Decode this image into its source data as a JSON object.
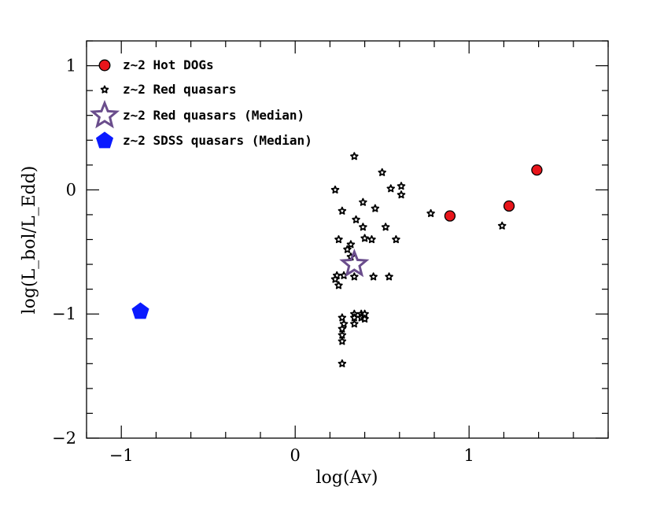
{
  "chart_data": {
    "type": "scatter",
    "xlabel": "log(Av)",
    "ylabel": "log(L_bol/L_Edd)",
    "xlim": [
      -1.2,
      1.8
    ],
    "ylim": [
      -2,
      1.2
    ],
    "x_major_ticks": [
      -1,
      0,
      1
    ],
    "y_major_ticks": [
      -2,
      -1,
      0,
      1
    ],
    "x_minor_step": 0.2,
    "y_minor_step": 0.2,
    "grid": false,
    "legend_position": "top-left",
    "series": [
      {
        "name": "z~2 Hot DOGs",
        "marker": "circle",
        "color": "#e8151b",
        "points": [
          [
            0.89,
            -0.21
          ],
          [
            1.23,
            -0.13
          ],
          [
            1.39,
            0.16
          ]
        ]
      },
      {
        "name": "z~2 Red quasars",
        "marker": "star-small",
        "color": "#000000",
        "points": [
          [
            0.34,
            0.27
          ],
          [
            0.5,
            0.14
          ],
          [
            0.23,
            0.0
          ],
          [
            0.55,
            0.01
          ],
          [
            0.61,
            0.03
          ],
          [
            0.61,
            -0.04
          ],
          [
            0.39,
            -0.1
          ],
          [
            0.27,
            -0.17
          ],
          [
            0.46,
            -0.15
          ],
          [
            0.78,
            -0.19
          ],
          [
            0.35,
            -0.24
          ],
          [
            1.19,
            -0.29
          ],
          [
            0.39,
            -0.3
          ],
          [
            0.52,
            -0.3
          ],
          [
            0.25,
            -0.4
          ],
          [
            0.4,
            -0.39
          ],
          [
            0.44,
            -0.4
          ],
          [
            0.58,
            -0.4
          ],
          [
            0.32,
            -0.44
          ],
          [
            0.3,
            -0.48
          ],
          [
            0.32,
            -0.54
          ],
          [
            0.24,
            -0.69
          ],
          [
            0.28,
            -0.69
          ],
          [
            0.34,
            -0.7
          ],
          [
            0.45,
            -0.7
          ],
          [
            0.54,
            -0.7
          ],
          [
            0.23,
            -0.72
          ],
          [
            0.25,
            -0.77
          ],
          [
            0.34,
            -1.0
          ],
          [
            0.38,
            -1.0
          ],
          [
            0.4,
            -1.0
          ],
          [
            0.27,
            -1.03
          ],
          [
            0.34,
            -1.03
          ],
          [
            0.38,
            -1.03
          ],
          [
            0.4,
            -1.04
          ],
          [
            0.28,
            -1.08
          ],
          [
            0.34,
            -1.08
          ],
          [
            0.27,
            -1.12
          ],
          [
            0.27,
            -1.17
          ],
          [
            0.27,
            -1.22
          ],
          [
            0.27,
            -1.4
          ]
        ]
      },
      {
        "name": "z~2 Red quasars (Median)",
        "marker": "star-open",
        "color": "#6a4d8c",
        "points": [
          [
            0.34,
            -0.6
          ]
        ]
      },
      {
        "name": "z~2 SDSS quasars (Median)",
        "marker": "pentagon",
        "color": "#0a1aff",
        "points": [
          [
            -0.89,
            -0.98
          ]
        ]
      }
    ]
  }
}
